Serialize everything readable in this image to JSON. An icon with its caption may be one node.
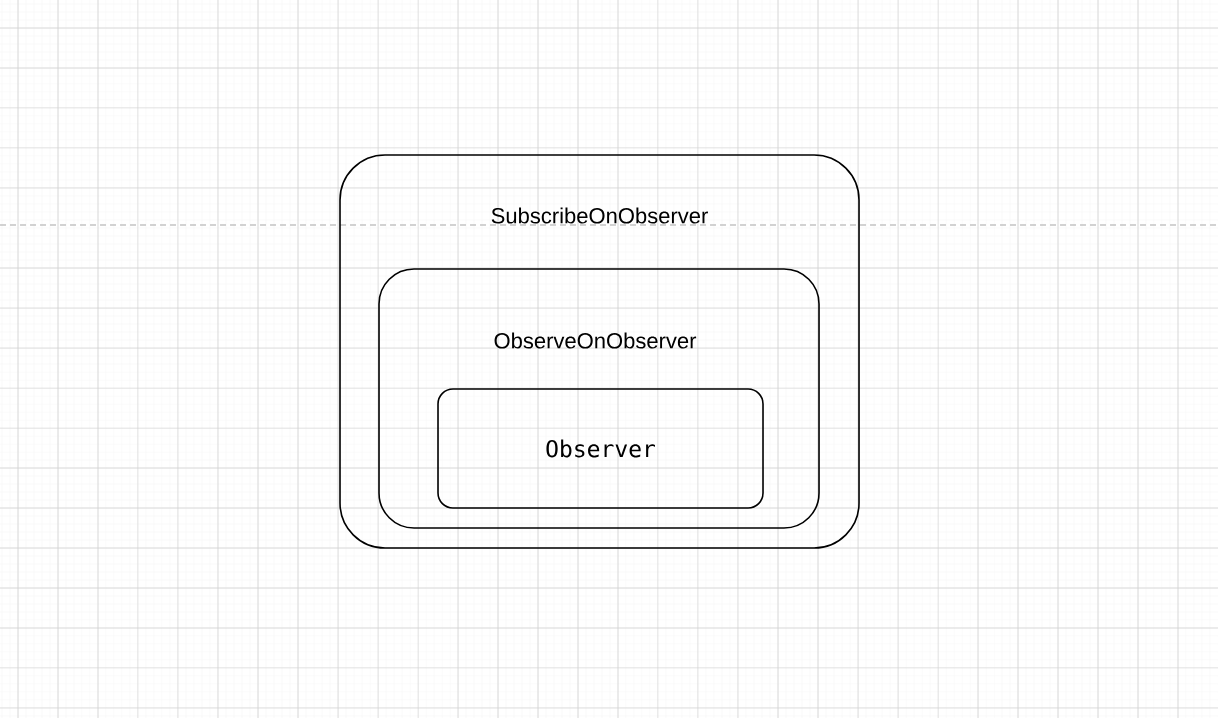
{
  "diagram": {
    "nodes": [
      {
        "text": [
          "SubscribeOnObserver"
        ]
      },
      {
        "text": [
          "ObserveOnObserver"
        ],
        "in": 0
      },
      {
        "text": [
          "Observer"
        ],
        "in": 1
      }
    ]
  }
}
